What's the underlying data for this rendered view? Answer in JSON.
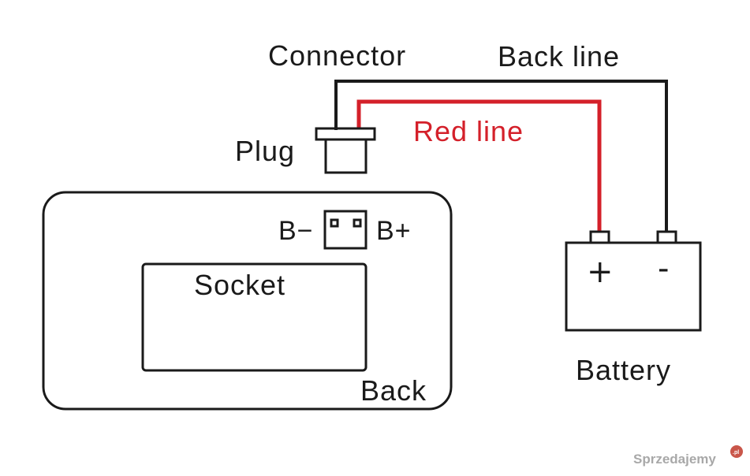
{
  "labels": {
    "connector": "Connector",
    "back_line": "Back line",
    "red_line": "Red line",
    "plug": "Plug",
    "b_minus": "B−",
    "b_plus": "B+",
    "socket": "Socket",
    "back": "Back",
    "plus_terminal": "+",
    "minus_terminal": "-",
    "battery": "Battery"
  },
  "watermark": {
    "brand": "Sprzedajemy",
    "tld": ".pl"
  },
  "colors": {
    "line_black": "#1a1a1a",
    "line_red": "#d4202a",
    "watermark": "#9a9a9a"
  }
}
